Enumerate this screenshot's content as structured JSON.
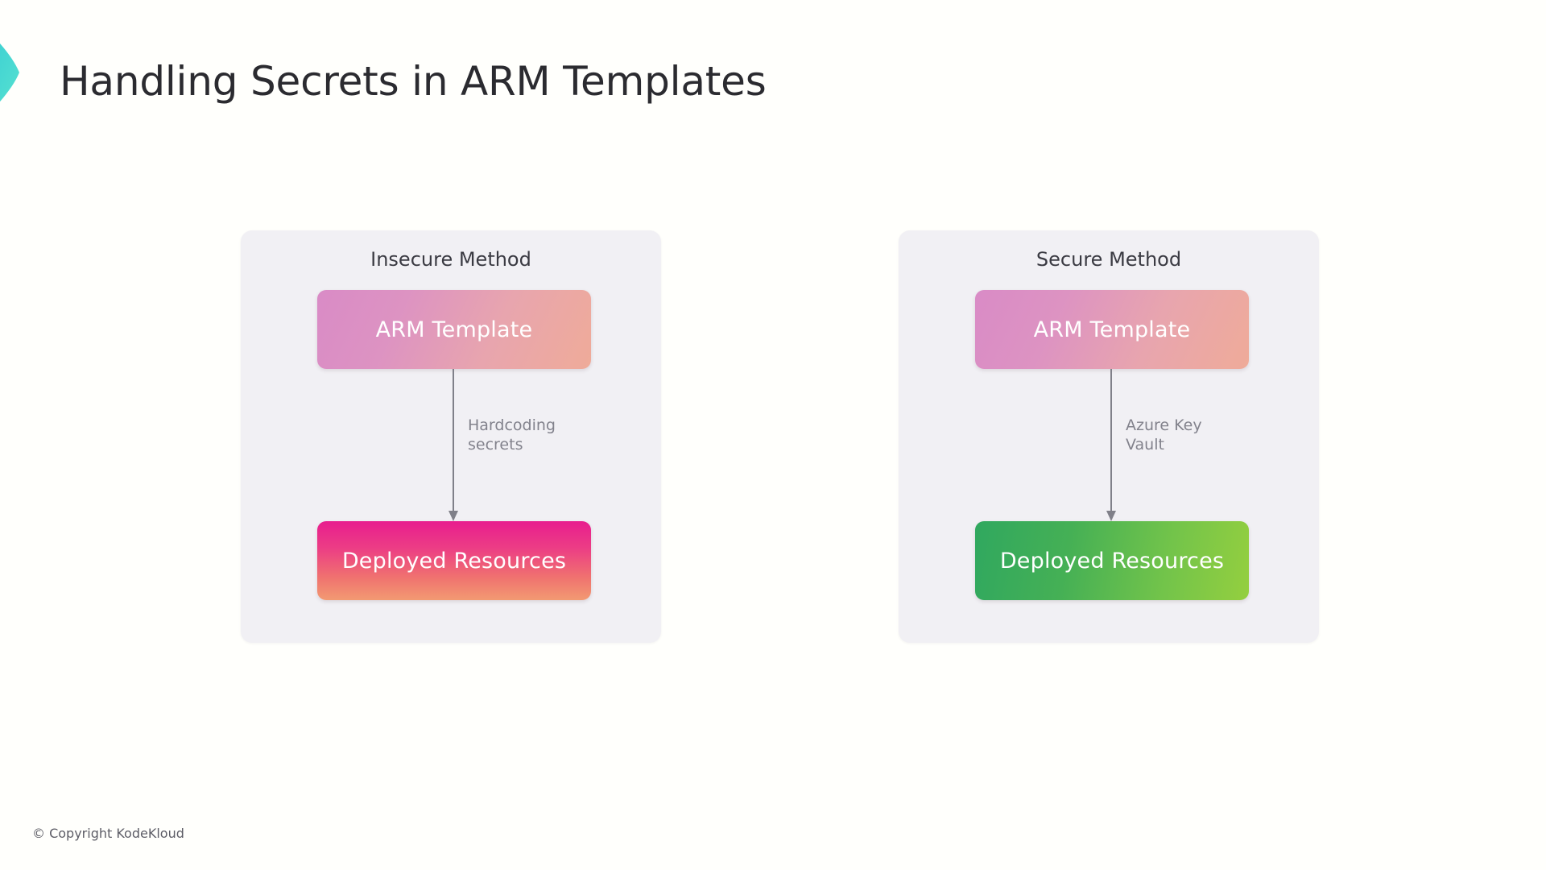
{
  "slide": {
    "title": "Handling Secrets in ARM Templates",
    "background_color": "#fffffc",
    "title_color": "#2b2b30"
  },
  "brand": {
    "logo_icon": "chevron-right-icon",
    "gradient_from": "#2ec5d3",
    "gradient_to": "#5ee6d0"
  },
  "diagram": {
    "cards": [
      {
        "heading": "Insecure Method",
        "source_box": {
          "label": "ARM Template",
          "gradient_from": "#d98bc6",
          "gradient_to": "#efab99"
        },
        "connector": {
          "label": "Hardcoding secrets",
          "color": "#808089",
          "direction": "down"
        },
        "target_box": {
          "label": "Deployed Resources",
          "gradient_from": "#e81d8e",
          "gradient_to": "#f29a72"
        }
      },
      {
        "heading": "Secure Method",
        "source_box": {
          "label": "ARM Template",
          "gradient_from": "#d98bc6",
          "gradient_to": "#efab99"
        },
        "connector": {
          "label": "Azure Key Vault",
          "color": "#808089",
          "direction": "down"
        },
        "target_box": {
          "label": "Deployed Resources",
          "gradient_from": "#30a85f",
          "gradient_to": "#94cf3f"
        }
      }
    ],
    "card_background": "#f1f0f4"
  },
  "footer": {
    "copyright": "© Copyright KodeKloud"
  }
}
